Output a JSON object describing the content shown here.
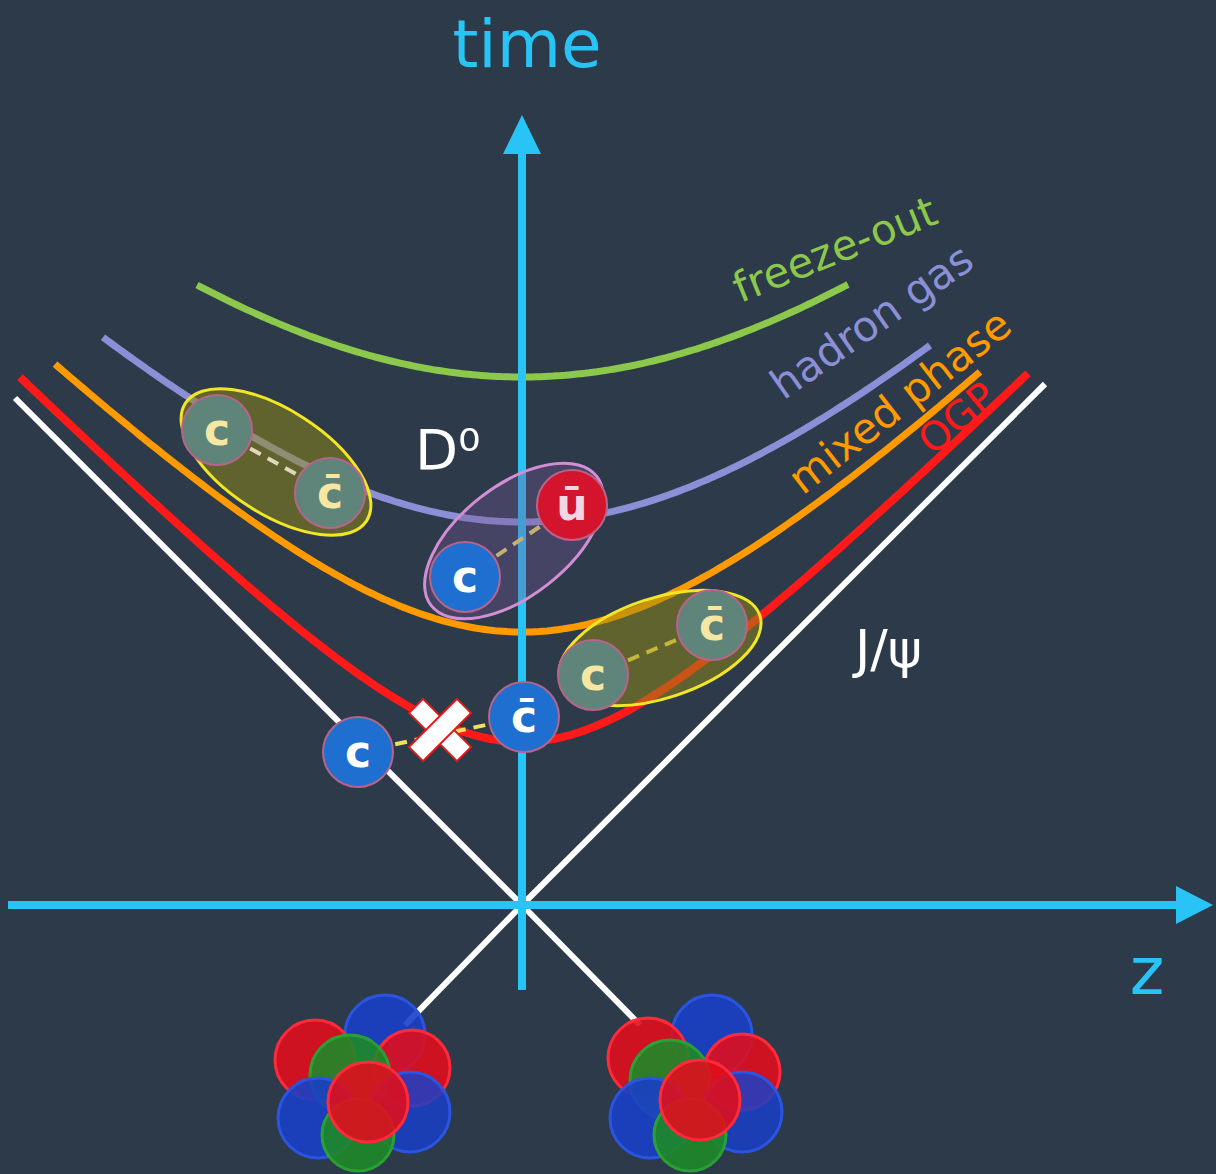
{
  "diagram": {
    "nodes": [
      {
        "text": [
          "c"
        ]
      },
      {
        "text": [
          "c̄"
        ]
      },
      {
        "text": [
          "D⁰"
        ]
      },
      {
        "text": [
          "c"
        ],
        "in": 2
      },
      {
        "text": [
          "ū"
        ],
        "in": 2
      },
      {
        "text": [
          "J/ψ"
        ]
      },
      {
        "text": [
          "c"
        ],
        "in": 5
      },
      {
        "text": [
          "c̄"
        ],
        "in": 5
      },
      {
        "text": [
          "c"
        ]
      },
      {
        "text": [
          "c̄"
        ]
      }
    ],
    "edges": [
      {
        "from": 0,
        "to": 1,
        "arrow": "none"
      },
      {
        "from": 3,
        "to": 4,
        "arrow": "none"
      },
      {
        "from": 6,
        "to": 7,
        "arrow": "none"
      },
      {
        "from": 8,
        "to": 9,
        "arrow": "none"
      }
    ],
    "labels": [
      "time",
      "z",
      "freeze-out",
      "hadron gas",
      "mixed phase",
      "QGP"
    ]
  }
}
